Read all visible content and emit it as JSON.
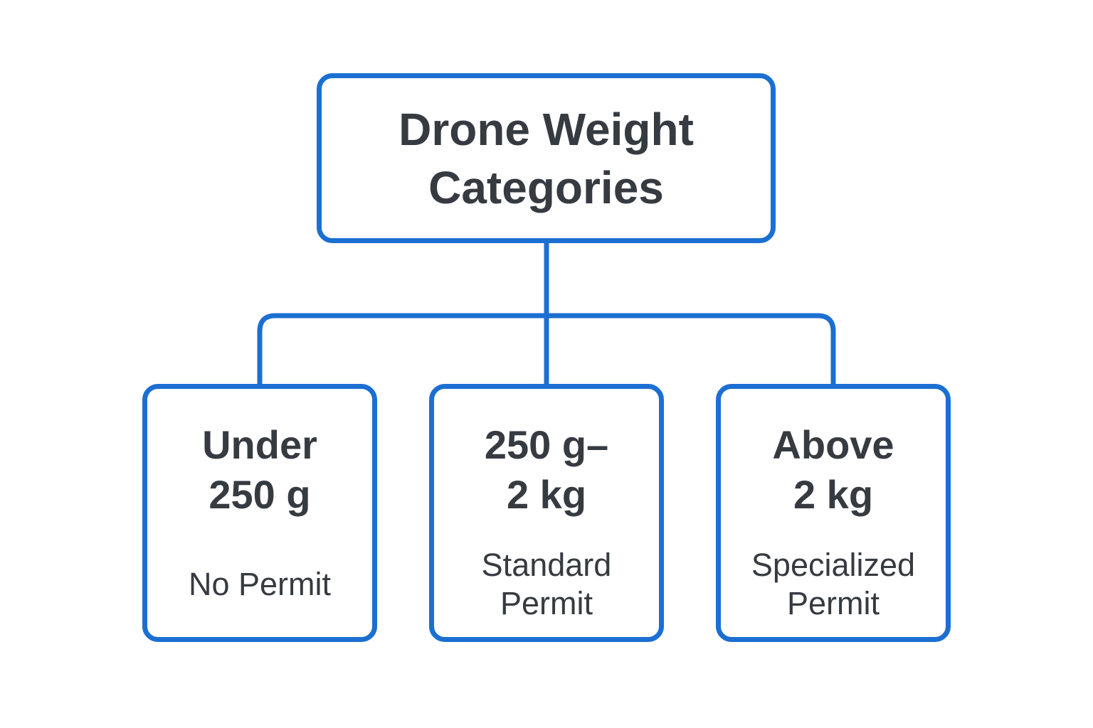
{
  "colors": {
    "accent": "#1c6fd2",
    "text": "#363b41",
    "background": "#ffffff"
  },
  "diagram": {
    "type": "flowchart",
    "root": {
      "lines": [
        "Drone Weight",
        "Categories"
      ]
    },
    "children": [
      {
        "heading_lines": [
          "Under",
          "250 g"
        ],
        "subtitle_lines": [
          "No Permit"
        ]
      },
      {
        "heading_lines": [
          "250 g–",
          "2 kg"
        ],
        "subtitle_lines": [
          "Standard",
          "Permit"
        ]
      },
      {
        "heading_lines": [
          "Above",
          "2 kg"
        ],
        "subtitle_lines": [
          "Specialized",
          "Permit"
        ]
      }
    ]
  }
}
